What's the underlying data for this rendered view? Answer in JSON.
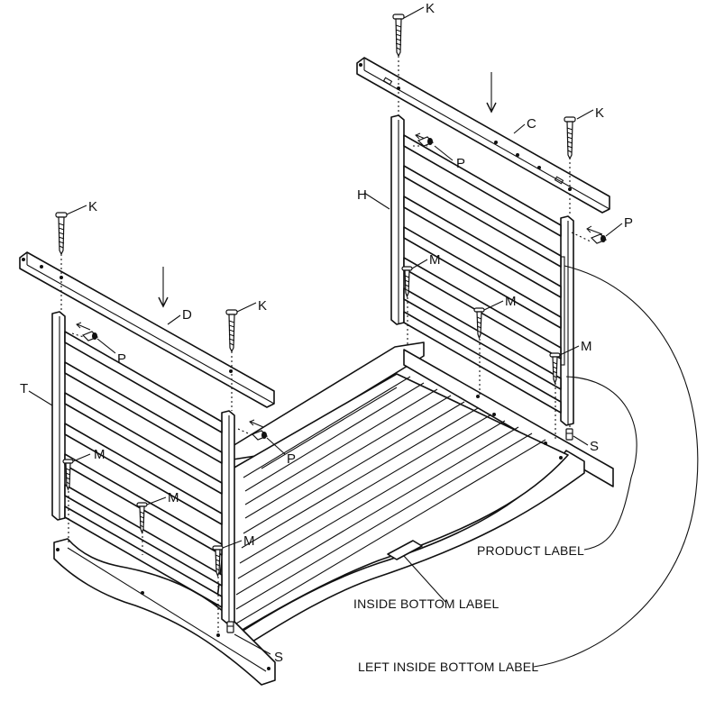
{
  "labels": {
    "K": "K",
    "C": "C",
    "P": "P",
    "H": "H",
    "M": "M",
    "S": "S",
    "D": "D",
    "T": "T"
  },
  "callouts": {
    "product_label": "PRODUCT LABEL",
    "inside_bottom_label": "INSIDE BOTTOM LABEL",
    "left_inside_bottom_label": "LEFT INSIDE BOTTOM LABEL"
  },
  "icons": [
    "arrow-down-icon",
    "screw-k-icon",
    "screw-m-icon",
    "dowel-p-icon",
    "pin-s-icon"
  ]
}
